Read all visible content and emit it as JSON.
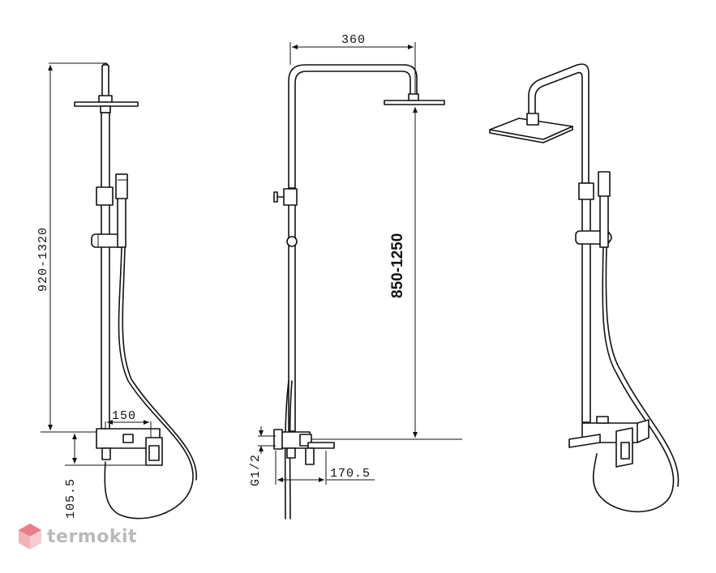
{
  "dimensions": {
    "left_height": "920-1320",
    "left_width": "150",
    "left_offset": "105.5",
    "center_width": "360",
    "center_height": "850-1250",
    "center_thread": "G1/2",
    "center_spout": "170.5"
  },
  "watermark": {
    "text": "termokit",
    "logo_icon": "termokit-logo-icon",
    "logo_color": "#e87f86"
  }
}
